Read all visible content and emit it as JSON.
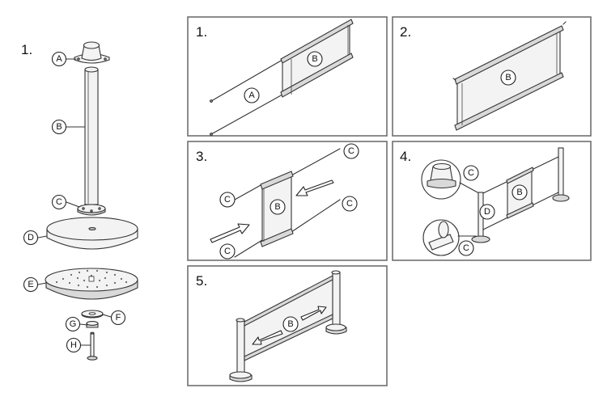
{
  "left": {
    "number": "1.",
    "labels": {
      "a": "A",
      "b": "B",
      "c": "C",
      "d": "D",
      "e": "E",
      "f": "F",
      "g": "G",
      "h": "H"
    }
  },
  "panels": [
    {
      "number": "1.",
      "labels": [
        "A",
        "B"
      ]
    },
    {
      "number": "2.",
      "labels": [
        "B"
      ]
    },
    {
      "number": "3.",
      "labels": [
        "C",
        "C",
        "C",
        "C",
        "B"
      ]
    },
    {
      "number": "4.",
      "labels": [
        "C",
        "C",
        "B",
        "D"
      ]
    },
    {
      "number": "5.",
      "labels": [
        "B"
      ]
    }
  ]
}
